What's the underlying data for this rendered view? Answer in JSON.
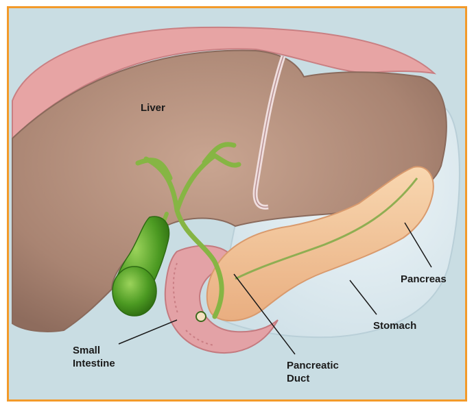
{
  "diagram": {
    "labels": {
      "liver": "Liver",
      "pancreas": "Pancreas",
      "stomach": "Stomach",
      "small_intestine": [
        "Small",
        "Intestine"
      ],
      "pancreatic_duct": [
        "Pancreatic",
        "Duct"
      ]
    },
    "colors": {
      "frame_border": "#f39a2a",
      "background": "#c9dde3",
      "liver": "#b48f7c",
      "liver_capsule": "#e7a4a4",
      "gallbladder": "#4e9a22",
      "bile_duct": "#86b544",
      "pancreas": "#f2c49a",
      "stomach": "#dce9ee",
      "small_intestine": "#e3a2a6"
    }
  }
}
